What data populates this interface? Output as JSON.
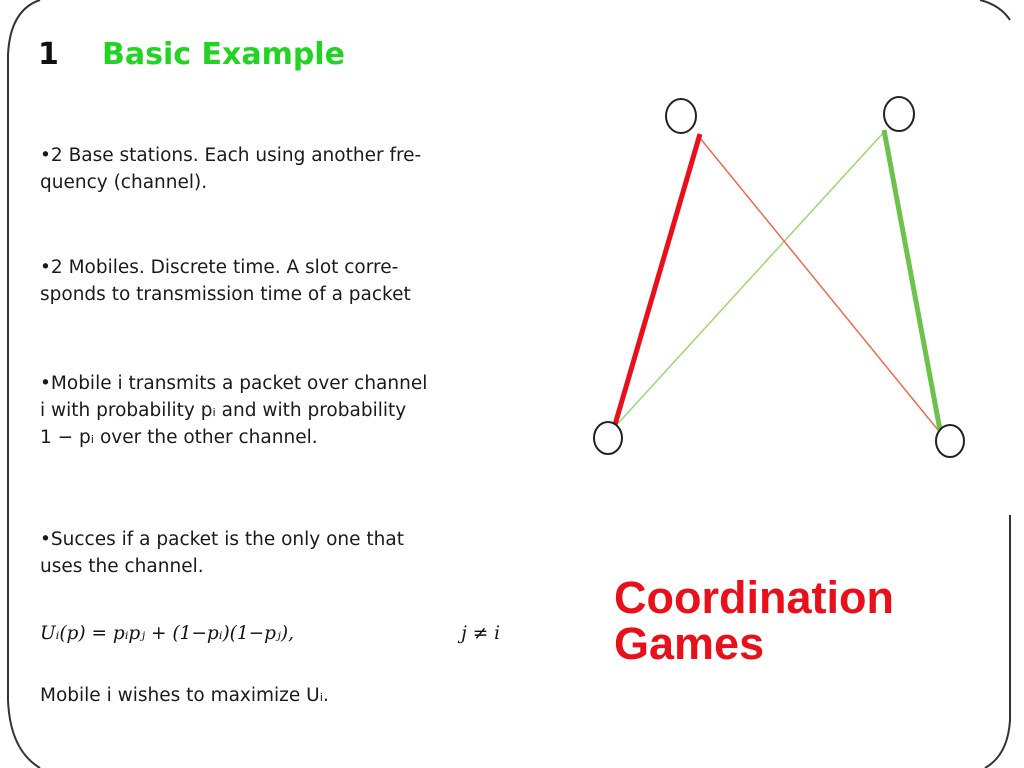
{
  "heading": {
    "number": "1",
    "title": "Basic Example"
  },
  "paragraphs": [
    {
      "lines": [
        "•2 Base stations. Each using another fre-",
        "quency (channel)."
      ]
    },
    {
      "lines": [
        "•2 Mobiles. Discrete time. A slot corre-",
        "sponds to transmission time of a packet"
      ]
    },
    {
      "lines": [
        "•Mobile i transmits a packet over channel",
        "i with probability pᵢ and with probability",
        "1 − pᵢ over the other channel."
      ]
    },
    {
      "lines": [
        "•Succes if a packet is the only one that",
        "uses the channel."
      ]
    }
  ],
  "formula": {
    "expression": "Uᵢ(p) = pᵢpⱼ + (1−pᵢ)(1−pⱼ),",
    "condition": "j ≠ i"
  },
  "conclusion": "Mobile i wishes to maximize Uᵢ.",
  "side_title": {
    "line1": "Coordination",
    "line2": "Games"
  },
  "colors": {
    "heading": "#22d422",
    "red": "#e8101a",
    "green": "#6cc24a",
    "thin_red": "#ee6a50",
    "thin_green": "#9ad870"
  }
}
